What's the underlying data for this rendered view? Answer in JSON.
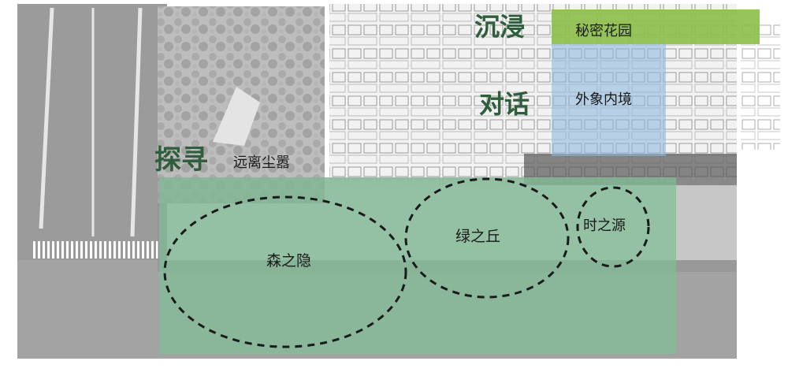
{
  "labels": {
    "immerse": "沉浸",
    "secret_garden": "秘密花园",
    "dialogue": "对话",
    "outer_inner": "外象内境",
    "explore": "探寻",
    "far_from_dust": "远离尘嚣",
    "forest_hidden": "森之隐",
    "green_hill": "绿之丘",
    "time_source": "时之源"
  },
  "colors": {
    "green_zone": "#7fbf95",
    "secret_garden_fill": "#8cbf4a",
    "inner_blue": "#8fb9de",
    "title_green": "#2e5e3c",
    "dashed": "#1a1a1a"
  }
}
